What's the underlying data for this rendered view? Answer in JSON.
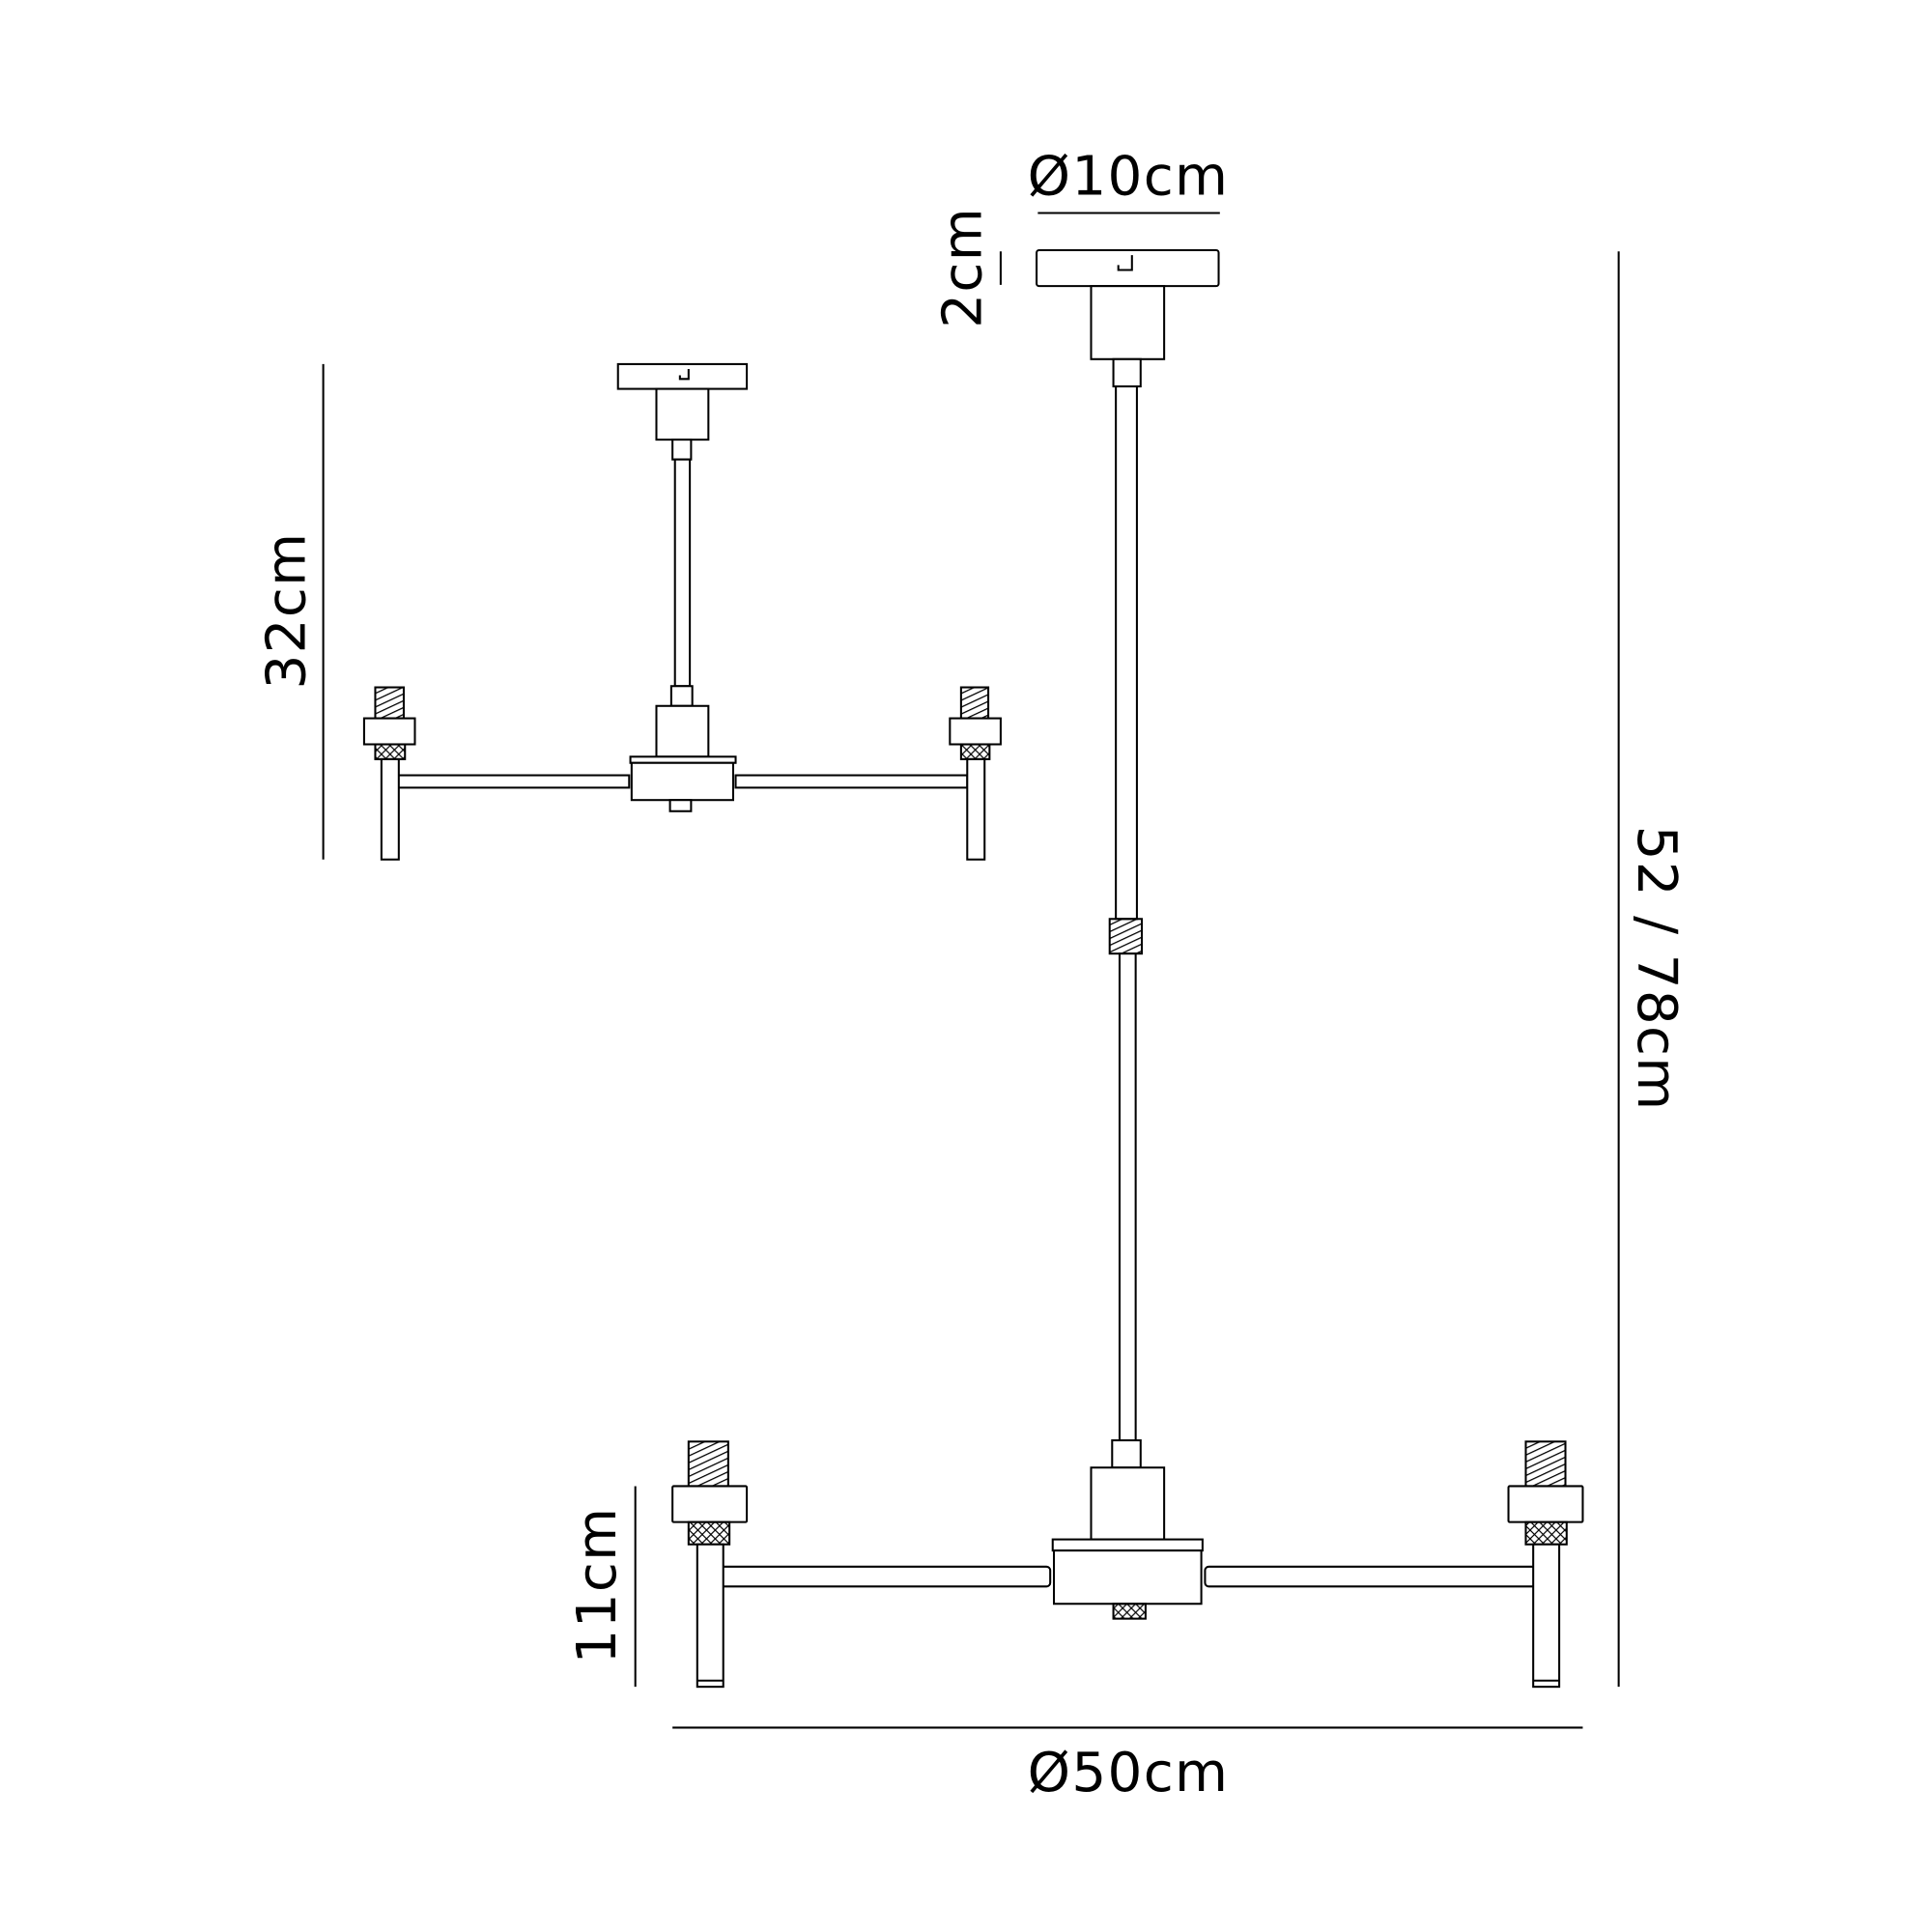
{
  "drawing": {
    "title": "Pendant lamp dimension drawing",
    "dimensions": {
      "canopy_diameter": "Ø10cm",
      "canopy_height": "2cm",
      "total_height": "52 / 78cm",
      "socket_height": "11cm",
      "overall_diameter": "Ø50cm",
      "short_version_height": "32cm"
    },
    "colors": {
      "line": "#000000",
      "background": "#ffffff"
    }
  }
}
